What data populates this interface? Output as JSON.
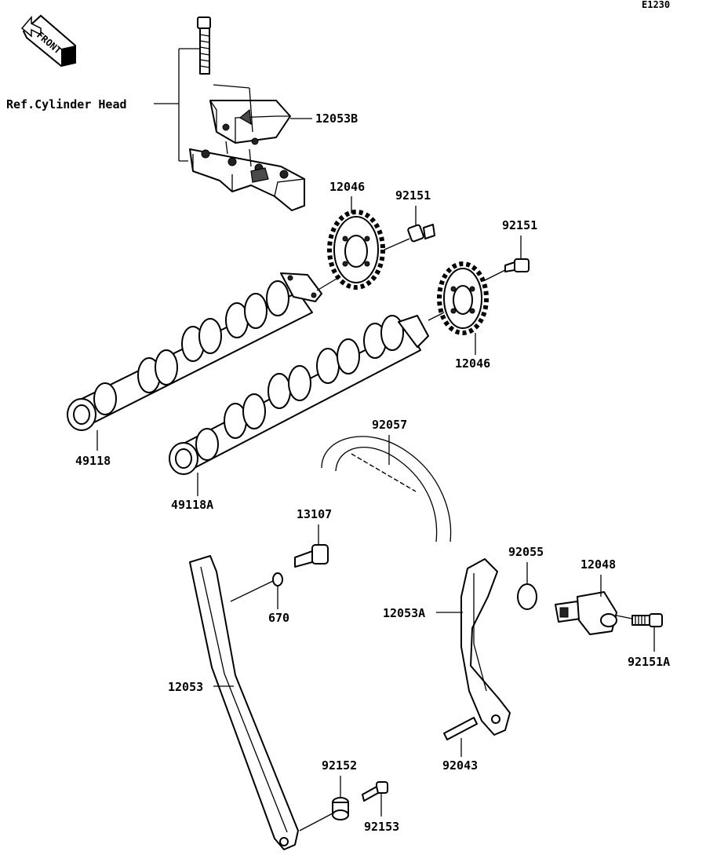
{
  "diagram_code": "E1230",
  "front_badge": "FRONT",
  "reference_label": "Ref.Cylinder Head",
  "callouts": {
    "cam_cap_upper": "12053B",
    "sprocket_upper": "12046",
    "bolt_upper": "92151",
    "bolt_right": "92151",
    "sprocket_right": "12046",
    "camshaft_left": "49118",
    "camshaft_right": "49118A",
    "timing_chain": "92057",
    "bolt_13107": "13107",
    "o_ring_670": "670",
    "guide_12053a": "12053A",
    "o_ring_92055": "92055",
    "tensioner": "12048",
    "bolt_92151a": "92151A",
    "guide_12053": "12053",
    "collar": "92152",
    "bolt_92153": "92153",
    "pin": "92043"
  }
}
